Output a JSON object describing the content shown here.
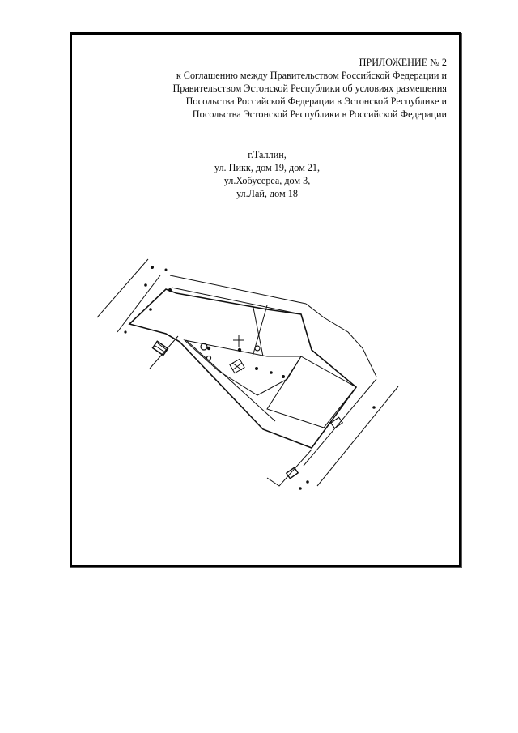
{
  "header": {
    "title": "ПРИЛОЖЕНИЕ № 2",
    "lines": [
      "к Соглашению между Правительством Российской Федерации и",
      "Правительством Эстонской Республики об условиях размещения",
      "Посольства Российской Федерации в Эстонской Республике и",
      "Посольства Эстонской Республики в Российской Федерации"
    ]
  },
  "address": {
    "lines": [
      "г.Таллин,",
      "ул. Пикк, дом 19, дом 21,",
      "ул.Хобусеpea, дом 3,",
      "ул.Лай, дом 18"
    ]
  },
  "colors": {
    "ink": "#111111",
    "frame": "#000000"
  },
  "icons": {
    "survey_mark": "crosshair-plus-icon"
  }
}
